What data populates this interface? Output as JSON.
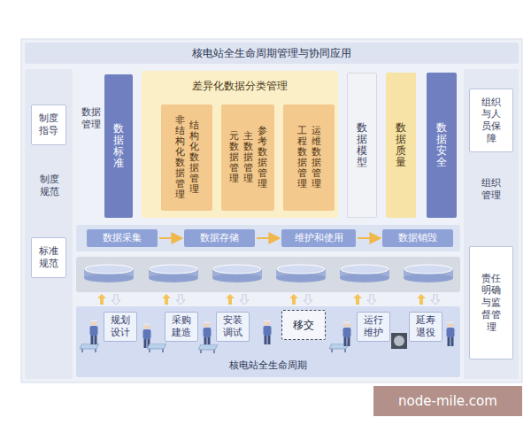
{
  "diagram": {
    "nodes": [
      {
        "text": [
          "核电站全生命周期管理与协同应用"
        ]
      },
      {
        "text": [
          "制度规范"
        ]
      },
      {
        "text": [
          "制度指导"
        ],
        "in": 1
      },
      {
        "text": [
          "标准规范"
        ],
        "in": 1
      },
      {
        "text": [
          "数据管理"
        ]
      },
      {
        "text": [
          "数据标准"
        ],
        "in": 4
      },
      {
        "text": [
          "差异化数据分类管理"
        ],
        "in": 4
      },
      {
        "text": [
          "非结构化数据管理",
          "结构化数据管理"
        ],
        "in": 6
      },
      {
        "text": [
          "元数据管理",
          "主数据管理",
          "参考数据管理"
        ],
        "in": 6
      },
      {
        "text": [
          "工程数据管理",
          "运维数据管理"
        ],
        "in": 6
      },
      {
        "text": [
          "数据模型"
        ],
        "in": 4
      },
      {
        "text": [
          "数据质量"
        ],
        "in": 4
      },
      {
        "text": [
          "数据安全"
        ],
        "in": 4
      },
      {
        "text": [
          "组织管理"
        ]
      },
      {
        "text": [
          "组织与人员保障"
        ],
        "in": 13
      },
      {
        "text": [
          "责任明确与监督管理"
        ],
        "in": 13
      },
      {
        "text": [
          "数据采集"
        ]
      },
      {
        "text": [
          "数据存储"
        ]
      },
      {
        "text": [
          "维护和使用"
        ]
      },
      {
        "text": [
          "数据销毁"
        ]
      },
      {
        "text": [
          "核电站全生命周期"
        ]
      },
      {
        "text": [
          "规划设计"
        ],
        "in": 20
      },
      {
        "text": [
          "采购建造"
        ],
        "in": 20
      },
      {
        "text": [
          "安装调试"
        ],
        "in": 20
      },
      {
        "text": [
          "移交"
        ],
        "in": 20
      },
      {
        "text": [
          "运行维护"
        ],
        "in": 20
      },
      {
        "text": [
          "延寿退役"
        ],
        "in": 20
      }
    ],
    "edges": [
      {
        "from": 16,
        "to": 17,
        "arrow": "to"
      },
      {
        "from": 17,
        "to": 18,
        "arrow": "to"
      },
      {
        "from": 18,
        "to": 19,
        "arrow": "to"
      }
    ],
    "labels": [
      "node-mile.com"
    ]
  }
}
